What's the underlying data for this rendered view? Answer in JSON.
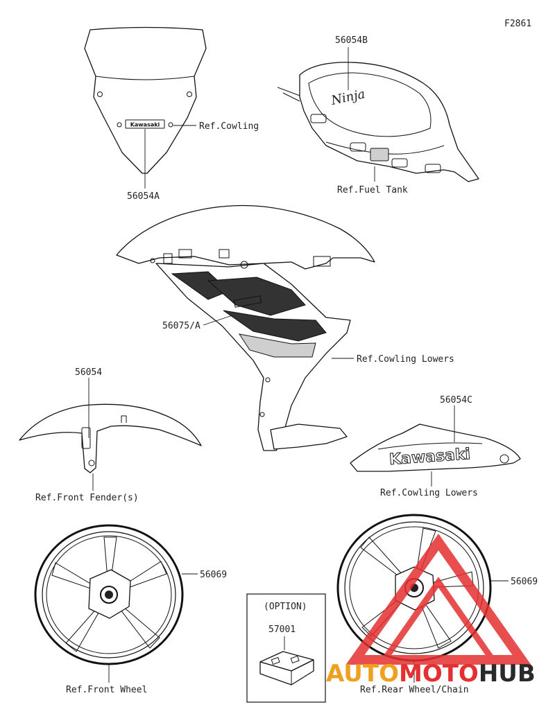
{
  "figure_code": "F2861",
  "labels": {
    "windshield_part": "56054A",
    "ref_cowling": "Ref.Cowling",
    "tank_part": "56054B",
    "ref_fuel_tank": "Ref.Fuel Tank",
    "cowl_part": "56075/A",
    "ref_cowling_lowers_1": "Ref.Cowling Lowers",
    "fender_part": "56054",
    "ref_front_fender": "Ref.Front Fender(s)",
    "lower_part": "56054C",
    "ref_cowling_lowers_2": "Ref.Cowling Lowers",
    "front_wheel_part": "56069",
    "ref_front_wheel": "Ref.Front Wheel",
    "rear_wheel_part": "56069",
    "ref_rear_wheel": "Ref.Rear Wheel/Chain",
    "option_title": "(OPTION)",
    "option_part": "57001"
  },
  "decals": {
    "windshield_logo": "Kawasaki",
    "tank_logo": "Ninja",
    "lower_logo": "Kawasaki"
  },
  "watermark": {
    "auto": "AUTO",
    "moto": "MOTO",
    "hub": "HUB",
    "color_auto": "#f0a020",
    "color_moto": "#e43030",
    "color_hub": "#2a2a2a",
    "logo_color": "#e43030"
  }
}
